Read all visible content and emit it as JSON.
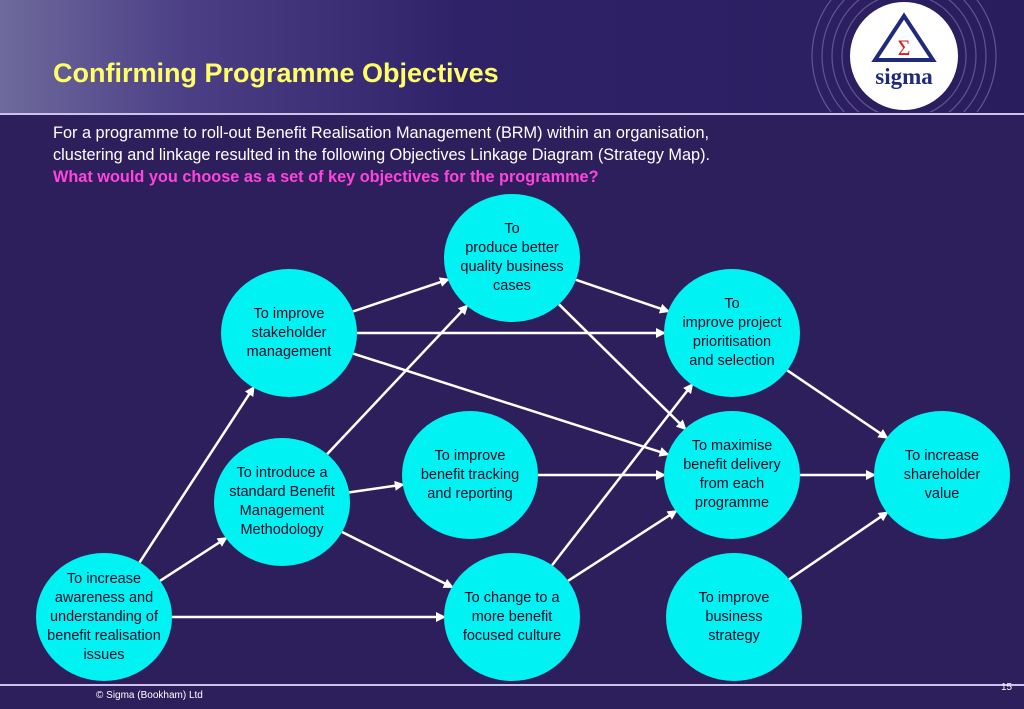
{
  "title": "Confirming Programme Objectives",
  "intro": {
    "line1": "For a programme to roll-out Benefit Realisation Management (BRM) within an organisation,",
    "line2": "clustering and linkage resulted in the following Objectives Linkage Diagram (Strategy Map).",
    "question": "What would you choose as a set of key objectives for the programme?"
  },
  "logo": {
    "symbol": "Σ",
    "name": "sigma"
  },
  "nodes": [
    {
      "id": "quality-cases",
      "label": "To\nproduce better\nquality business\ncases"
    },
    {
      "id": "stakeholder",
      "label": "To improve\nstakeholder\nmanagement"
    },
    {
      "id": "prioritisation",
      "label": "To\nimprove project\nprioritisation\nand selection"
    },
    {
      "id": "tracking",
      "label": "To improve\nbenefit tracking\nand reporting"
    },
    {
      "id": "methodology",
      "label": "To introduce a\nstandard Benefit\nManagement\nMethodology"
    },
    {
      "id": "benefit-delivery",
      "label": "To maximise\nbenefit delivery\nfrom each\nprogramme"
    },
    {
      "id": "shareholder",
      "label": "To increase\nshareholder\nvalue"
    },
    {
      "id": "awareness",
      "label": "To increase\nawareness and\nunderstanding of\nbenefit realisation\nissues"
    },
    {
      "id": "culture",
      "label": "To change to a\nmore benefit\nfocused culture"
    },
    {
      "id": "strategy",
      "label": "To improve\nbusiness\nstrategy"
    }
  ],
  "footer": {
    "copyright": "© Sigma (Bookham) Ltd",
    "page": "15"
  },
  "colors": {
    "node_fill": "#00f2f2",
    "title": "#ffff66",
    "question": "#ff44dd",
    "background": "#2d1f5c"
  }
}
